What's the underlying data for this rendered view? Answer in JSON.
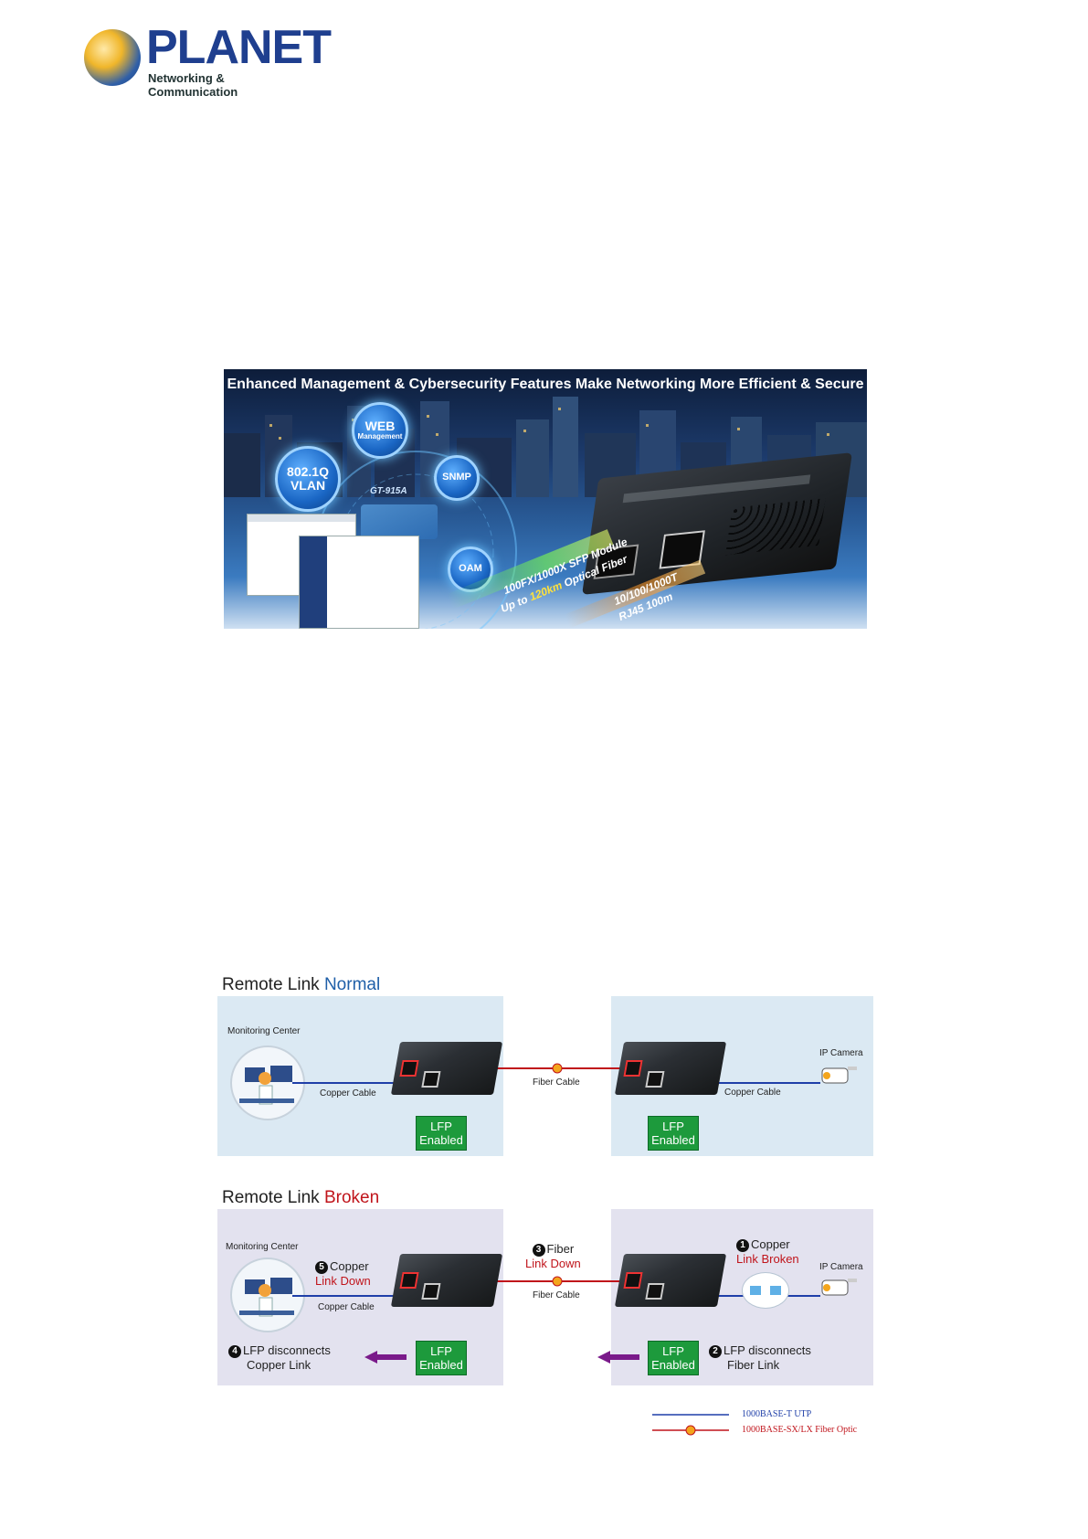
{
  "logo": {
    "name": "PLANET",
    "tagline": "Networking & Communication"
  },
  "banner": {
    "title": "Enhanced Management & Cybersecurity Features Make Networking More Efficient & Secure",
    "bubbles": [
      {
        "top": "802.1Q",
        "bottom": "VLAN"
      },
      {
        "top": "WEB",
        "bottom": "Management"
      },
      {
        "top": "SNMP",
        "bottom": ""
      },
      {
        "top": "OAM",
        "bottom": ""
      }
    ],
    "device_model": "GT-915A",
    "sfp_line1": "100FX/1000X SFP Module",
    "sfp_line2_prefix": "Up to ",
    "sfp_line2_highlight": "120km",
    "sfp_line2_suffix": " Optical Fiber",
    "rj45_line1": "10/100/1000T",
    "rj45_line2": "RJ45 100m"
  },
  "normal": {
    "heading_prefix": "Remote Link ",
    "heading_status": "Normal",
    "monitoring_center": "Monitoring Center",
    "copper_cable_left": "Copper Cable",
    "fiber_cable": "Fiber Cable",
    "copper_cable_right": "Copper Cable",
    "ip_camera": "IP Camera",
    "lfp_left": [
      "LFP",
      "Enabled"
    ],
    "lfp_right": [
      "LFP",
      "Enabled"
    ]
  },
  "broken": {
    "heading_prefix": "Remote Link ",
    "heading_status": "Broken",
    "monitoring_center": "Monitoring Center",
    "copper_cable_left": "Copper Cable",
    "fiber_cable": "Fiber Cable",
    "ip_camera": "IP Camera",
    "event1": {
      "num": "1",
      "line1": "Copper",
      "line2": "Link Broken"
    },
    "event2": {
      "num": "2",
      "line1": "LFP disconnects",
      "line2": "Fiber Link"
    },
    "event3": {
      "num": "3",
      "line1": "Fiber",
      "line2": "Link Down"
    },
    "event4": {
      "num": "4",
      "line1": "LFP disconnects",
      "line2": "Copper Link"
    },
    "event5": {
      "num": "5",
      "line1": "Copper",
      "line2": "Link Down"
    },
    "lfp_left": [
      "LFP",
      "Enabled"
    ],
    "lfp_right": [
      "LFP",
      "Enabled"
    ]
  },
  "legend": {
    "utp": "1000BASE-T UTP",
    "fiber": "1000BASE-SX/LX Fiber Optic",
    "utp_color": "#1f3fa8",
    "fiber_color": "#c0141b"
  }
}
